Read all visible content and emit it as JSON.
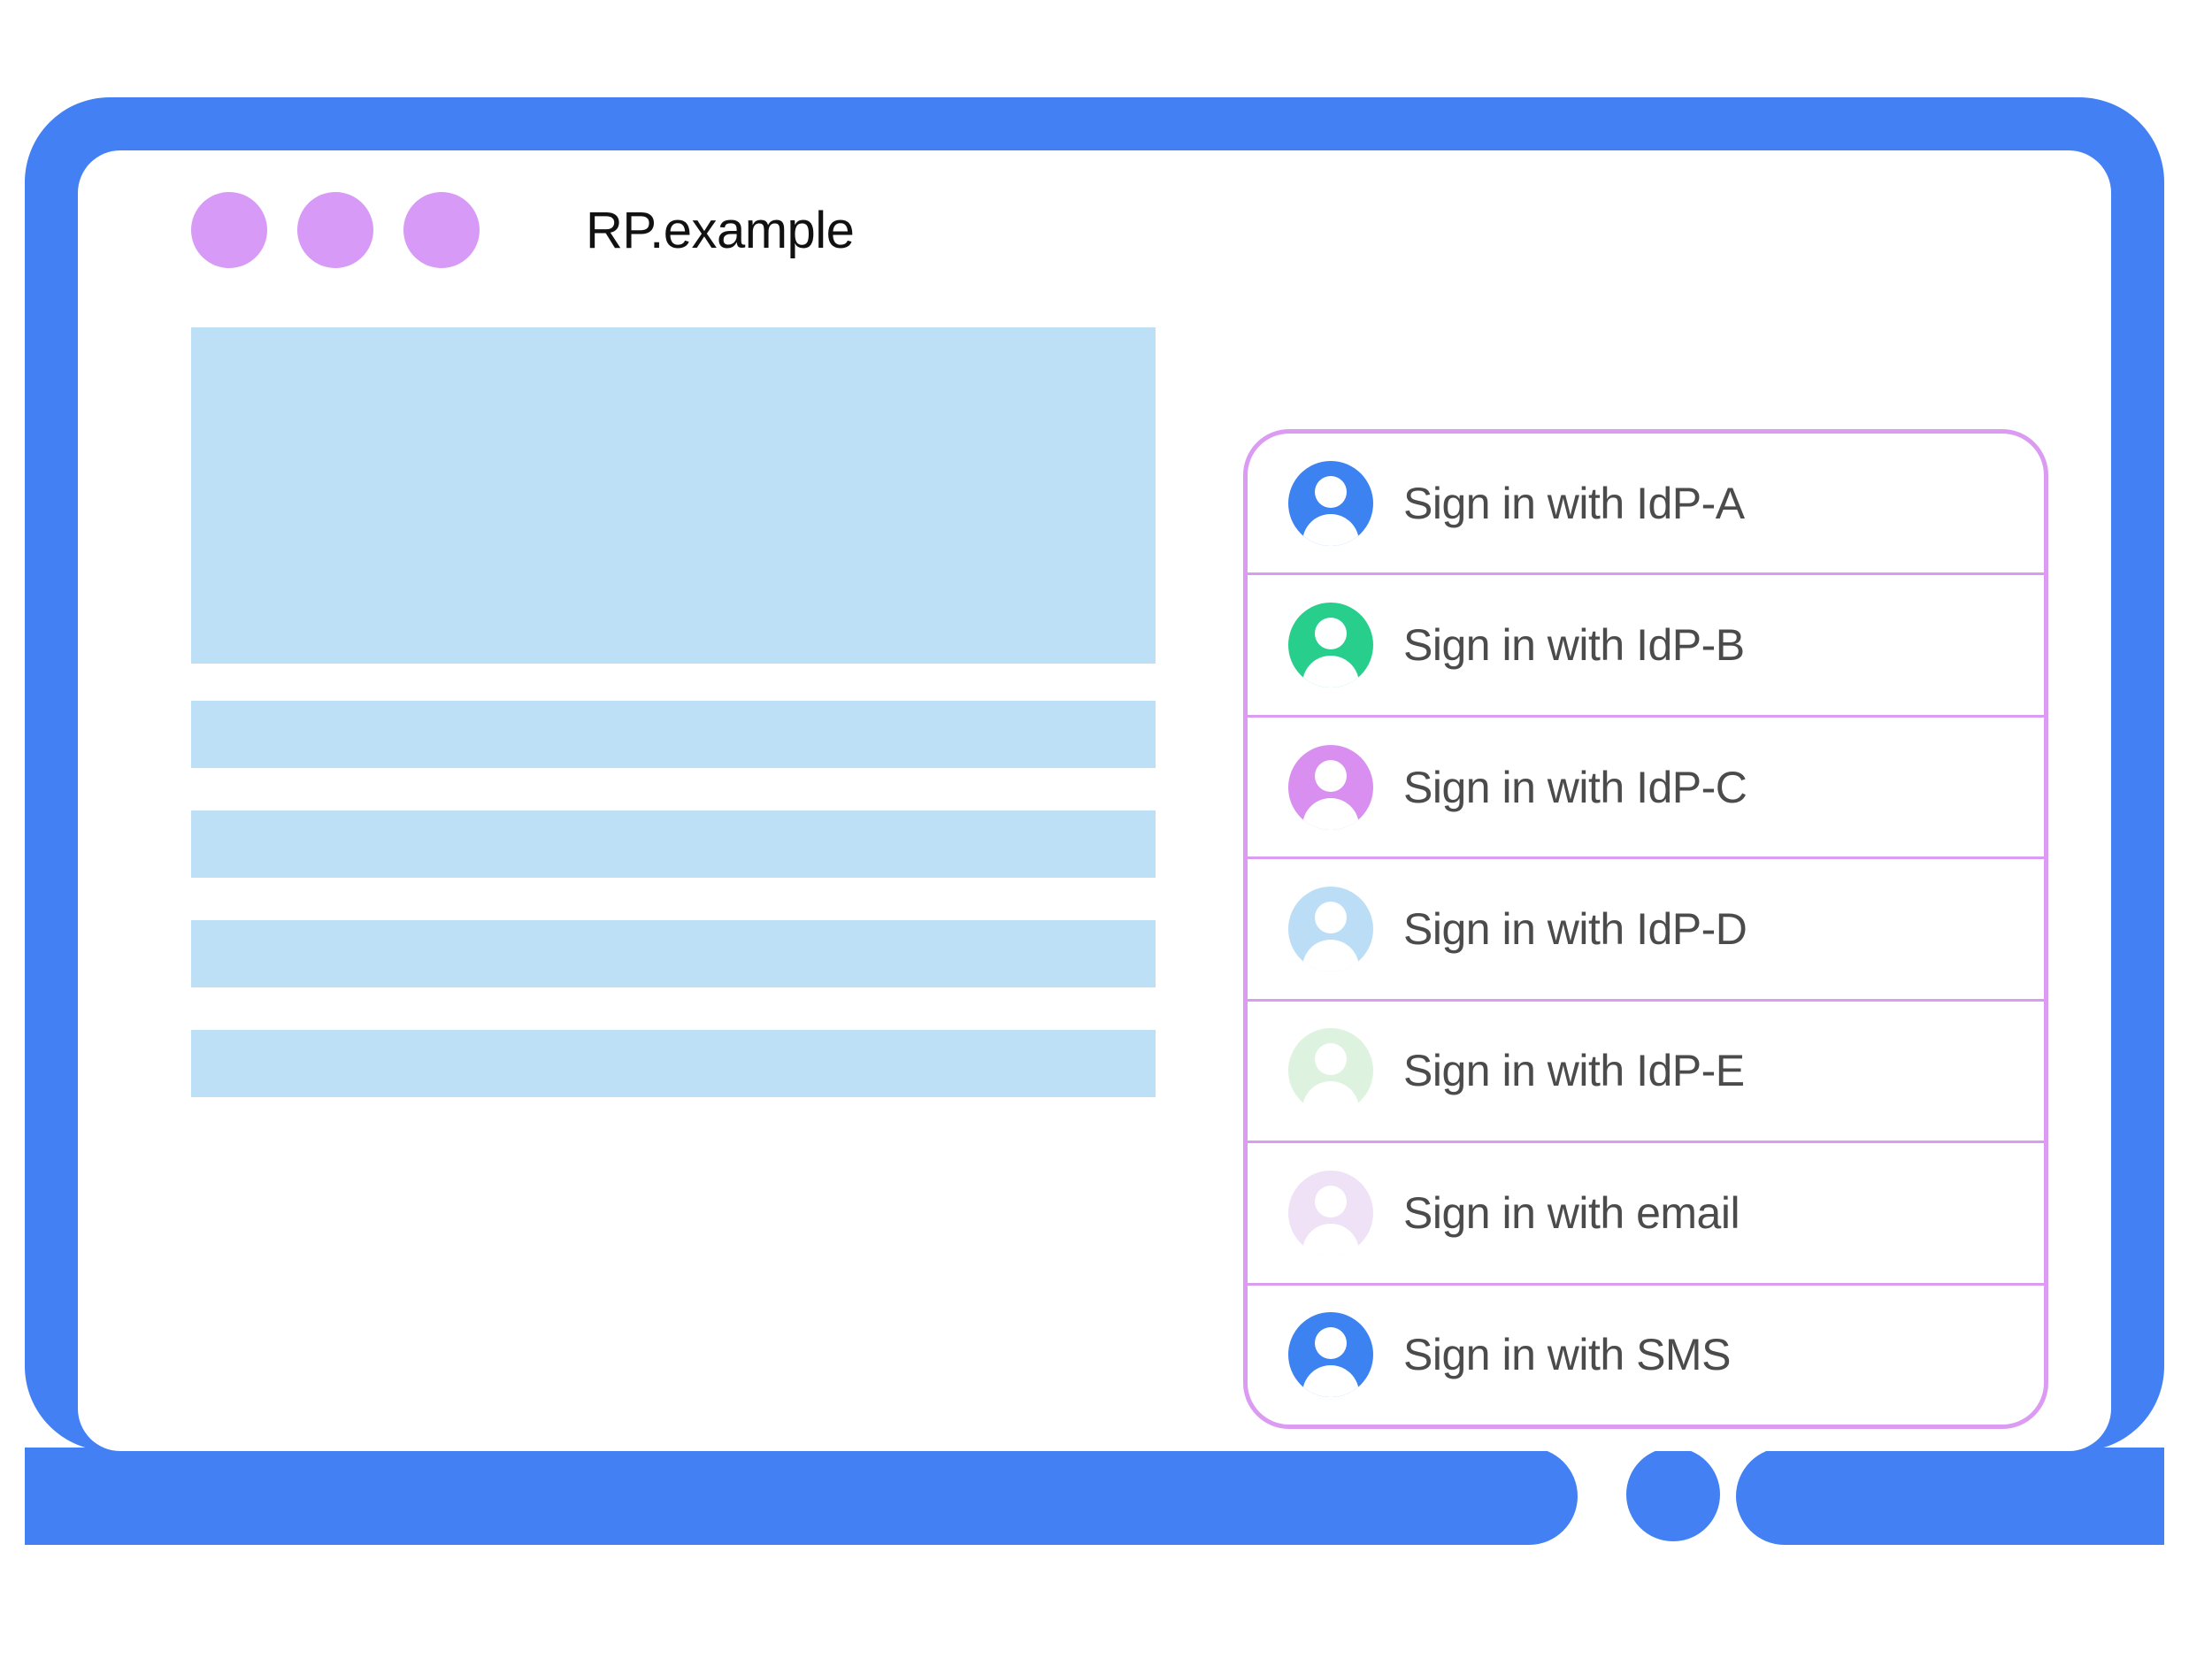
{
  "browser": {
    "title": "RP.example",
    "dots": [
      {
        "name": "window-dot-1",
        "color": "#D79AF6"
      },
      {
        "name": "window-dot-2",
        "color": "#D79AF6"
      },
      {
        "name": "window-dot-3",
        "color": "#D79AF6"
      }
    ]
  },
  "colors": {
    "device_frame": "#4280F4",
    "placeholder_block": "#BEE0F7",
    "card_border": "#DB9BF2",
    "title_dot": "#D79AF6",
    "label_text": "#4B4B4B",
    "screen_background": "#FFFFFF"
  },
  "content_placeholders": [
    {
      "name": "hero-placeholder-block",
      "kind": "hero"
    },
    {
      "name": "text-placeholder-bar-1",
      "kind": "bar"
    },
    {
      "name": "text-placeholder-bar-2",
      "kind": "bar"
    },
    {
      "name": "text-placeholder-bar-3",
      "kind": "bar"
    },
    {
      "name": "text-placeholder-bar-4",
      "kind": "bar"
    }
  ],
  "signin_card": {
    "name": "account-chooser-card",
    "rows": [
      {
        "label": "Sign in with IdP-A",
        "icon": "account-avatar-icon",
        "avatar_color": "#3C82F0"
      },
      {
        "label": "Sign in with IdP-B",
        "icon": "account-avatar-icon",
        "avatar_color": "#27CE8C"
      },
      {
        "label": "Sign in with IdP-C",
        "icon": "account-avatar-icon",
        "avatar_color": "#D88FEF"
      },
      {
        "label": "Sign in with IdP-D",
        "icon": "account-avatar-icon",
        "avatar_color": "#BBDEF6"
      },
      {
        "label": "Sign in with IdP-E",
        "icon": "account-avatar-icon",
        "avatar_color": "#DDF3DF"
      },
      {
        "label": "Sign in with email",
        "icon": "account-avatar-icon",
        "avatar_color": "#EFE2F7"
      },
      {
        "label": "Sign in with SMS",
        "icon": "account-avatar-icon",
        "avatar_color": "#3C82F0"
      }
    ]
  }
}
